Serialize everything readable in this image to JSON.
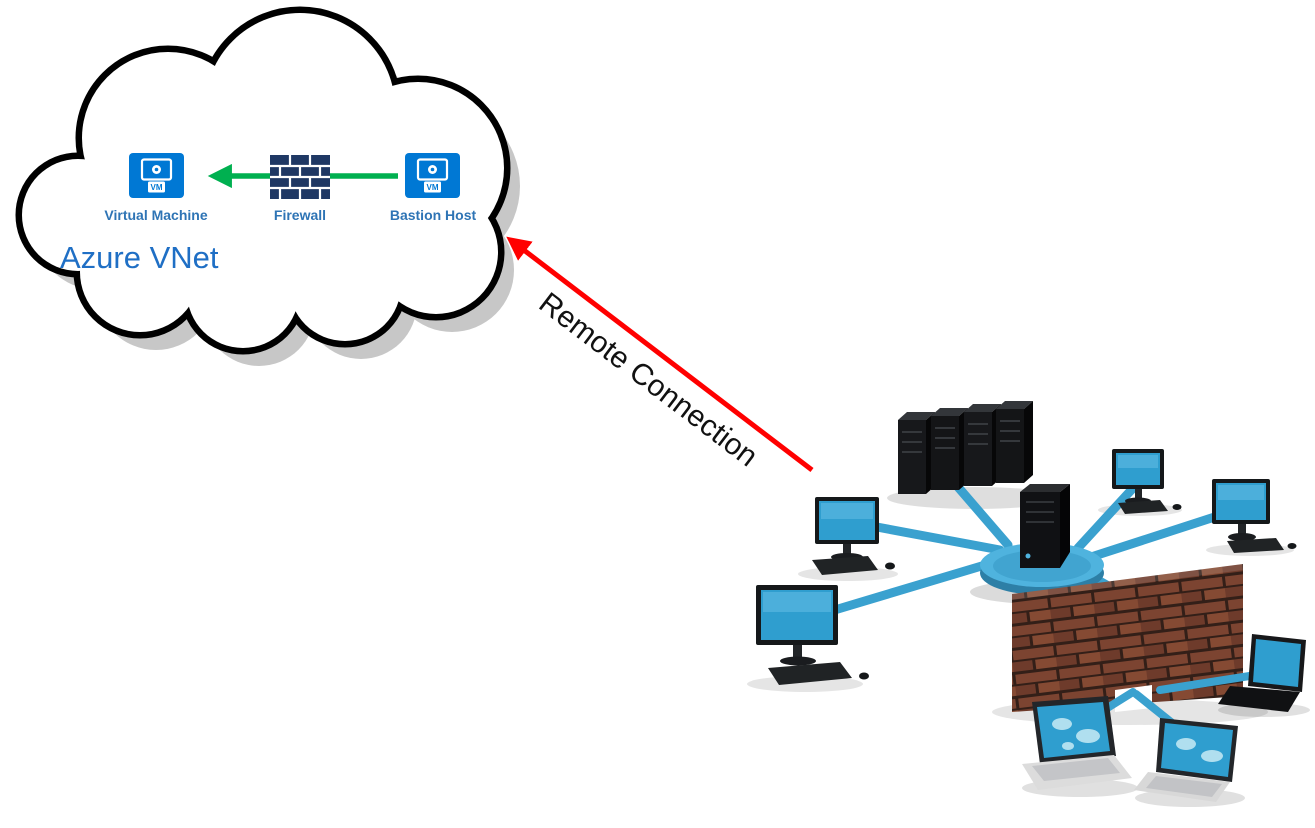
{
  "diagram": {
    "cloud": {
      "name_label": "Azure VNet",
      "nodes": [
        {
          "id": "virtual-machine",
          "label": "Virtual Machine",
          "badge": "VM",
          "icon": "azure-vm-icon"
        },
        {
          "id": "firewall",
          "label": "Firewall",
          "icon": "firewall-bricks-icon"
        },
        {
          "id": "bastion-host",
          "label": "Bastion Host",
          "badge": "VM",
          "icon": "azure-vm-icon"
        }
      ]
    },
    "connections": [
      {
        "id": "bastion-to-vm",
        "label": "",
        "color": "#00B050",
        "style": "solid-arrow",
        "from": "bastion-host",
        "to": "virtual-machine"
      },
      {
        "id": "remote-connection",
        "label": "Remote Connection",
        "color": "#FF0000",
        "style": "solid-arrow",
        "from": "on-premises-network",
        "to": "bastion-host"
      }
    ],
    "on_premises": {
      "icon": "on-prem-network-illustration",
      "elements": [
        "server-rack-cluster",
        "hub-server",
        "switch-disc",
        "workstation-monitors",
        "keyboards",
        "mice",
        "brick-firewall-wall",
        "laptops"
      ]
    },
    "colors": {
      "azure_icon_blue": "#0078D4",
      "node_label_blue": "#2E74B5",
      "vnet_label_blue": "#1F6FC5",
      "firewall_icon_navy": "#1F3864",
      "cable_blue": "#3AA1CF",
      "hub_disc_blue": "#4FB3DE",
      "screen_blue": "#2F9ECF",
      "wall_brick_brown": "#7C4431",
      "cloud_outline": "#000000",
      "cloud_shadow_gray": "#C7C7C7"
    }
  }
}
